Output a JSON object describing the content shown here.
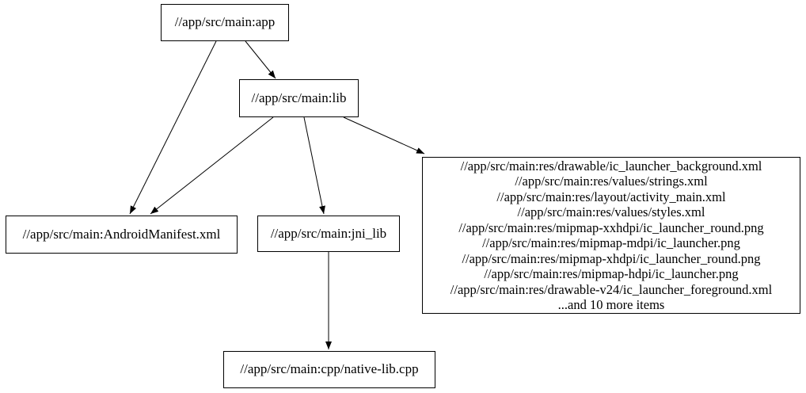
{
  "graph": {
    "type": "dependency-graph",
    "nodes": {
      "app": {
        "label": "//app/src/main:app"
      },
      "lib": {
        "label": "//app/src/main:lib"
      },
      "manifest": {
        "label": "//app/src/main:AndroidManifest.xml"
      },
      "jni_lib": {
        "label": "//app/src/main:jni_lib"
      },
      "native_lib": {
        "label": "//app/src/main:cpp/native-lib.cpp"
      },
      "res_files": {
        "lines": [
          "//app/src/main:res/drawable/ic_launcher_background.xml",
          "//app/src/main:res/values/strings.xml",
          "//app/src/main:res/layout/activity_main.xml",
          "//app/src/main:res/values/styles.xml",
          "//app/src/main:res/mipmap-xxhdpi/ic_launcher_round.png",
          "//app/src/main:res/mipmap-mdpi/ic_launcher.png",
          "//app/src/main:res/mipmap-xhdpi/ic_launcher_round.png",
          "//app/src/main:res/mipmap-hdpi/ic_launcher.png",
          "//app/src/main:res/drawable-v24/ic_launcher_foreground.xml",
          "...and 10 more items"
        ]
      }
    },
    "edges": [
      {
        "from": "app",
        "to": "manifest"
      },
      {
        "from": "app",
        "to": "lib"
      },
      {
        "from": "lib",
        "to": "manifest"
      },
      {
        "from": "lib",
        "to": "jni_lib"
      },
      {
        "from": "lib",
        "to": "res_files"
      },
      {
        "from": "jni_lib",
        "to": "native_lib"
      }
    ],
    "colors": {
      "background": "#ffffff",
      "node_fill": "#ffffff",
      "node_border": "#000000",
      "text": "#000000",
      "edge": "#000000"
    }
  }
}
